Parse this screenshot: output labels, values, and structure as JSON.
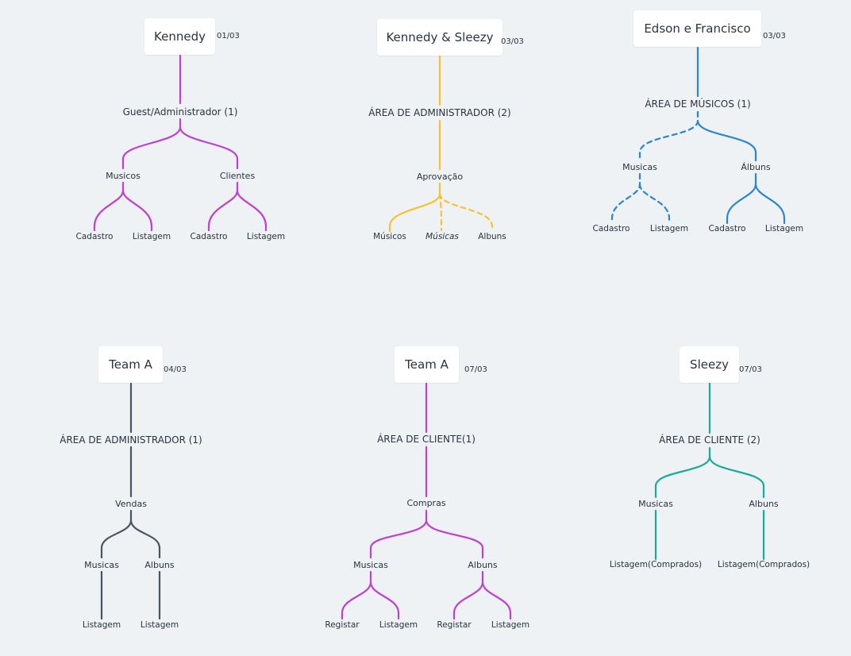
{
  "colors": {
    "background": "#eef2f5",
    "purple": "#c03ed0",
    "yellow": "#f7c230",
    "blue": "#2b86d2",
    "slate": "#4a5563",
    "teal": "#1aaa9a"
  },
  "maps": [
    {
      "root": "Kennedy",
      "date": "01/03",
      "color": "purple",
      "level1": "Guest/Administrador (1)",
      "level2": [
        "Musicos",
        "Clientes"
      ],
      "level3": [
        "Cadastro",
        "Listagem",
        "Cadastro",
        "Listagem"
      ]
    },
    {
      "root": "Kennedy & Sleezy",
      "date": "03/03",
      "color": "yellow",
      "level1": "ÁREA DE ADMINISTRADOR (2)",
      "level2": [
        "Aprovação"
      ],
      "level3": [
        "Músicos",
        "Músicas",
        "Albuns"
      ]
    },
    {
      "root": "Edson e Francisco",
      "date": "03/03",
      "color": "blue",
      "level1": "ÁREA DE MÚSICOS (1)",
      "level2": [
        "Musicas",
        "Álbuns"
      ],
      "level3": [
        "Cadastro",
        "Listagem",
        "Cadastro",
        "Listagem"
      ]
    },
    {
      "root": "Team A",
      "date": "04/03",
      "color": "slate",
      "level1": "ÁREA DE ADMINISTRADOR (1)",
      "level2": [
        "Vendas"
      ],
      "level3": [
        "Musicas",
        "Albuns"
      ],
      "level4": [
        "Listagem",
        "Listagem"
      ]
    },
    {
      "root": "Team A",
      "date": "07/03",
      "color": "purple",
      "level1": "ÁREA DE CLIENTE(1)",
      "level2": [
        "Compras"
      ],
      "level3": [
        "Musicas",
        "Albuns"
      ],
      "level4": [
        "Registar",
        "Listagem",
        "Registar",
        "Listagem"
      ]
    },
    {
      "root": "Sleezy",
      "date": "07/03",
      "color": "teal",
      "level1": "ÁREA DE CLIENTE (2)",
      "level2": [
        "Musicas",
        "Albuns"
      ],
      "level3": [
        "Listagem(Comprados)",
        "Listagem(Comprados)"
      ]
    }
  ]
}
